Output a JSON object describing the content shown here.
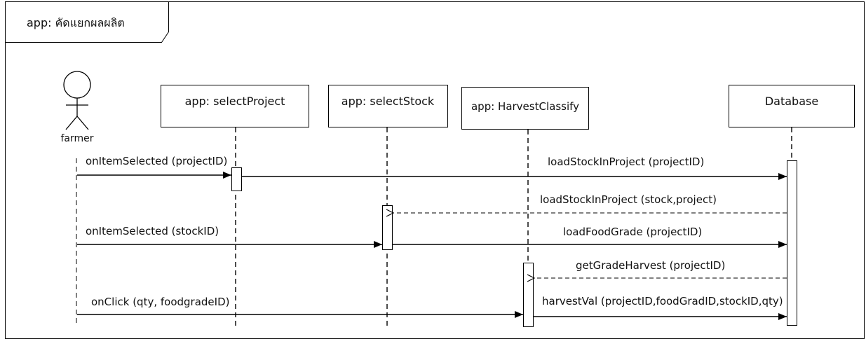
{
  "frame": {
    "title": "app: คัดแยกผลผลิต"
  },
  "actor": {
    "label": "farmer"
  },
  "lifelines": {
    "selectProject": "app: selectProject",
    "selectStock": "app: selectStock",
    "harvestClassify": "app: HarvestClassify",
    "database": "Database"
  },
  "messages": {
    "m1": "onItemSelected (projectID)",
    "m2": "loadStockInProject (projectID)",
    "m3": "loadStockInProject (stock,project)",
    "m4": "onItemSelected (stockID)",
    "m5": "loadFoodGrade (projectID)",
    "m6": "getGradeHarvest (projectID)",
    "m7": "onClick (qty, foodgradeID)",
    "m8": "harvestVal (projectID,foodGradID,stockID,qty)"
  }
}
